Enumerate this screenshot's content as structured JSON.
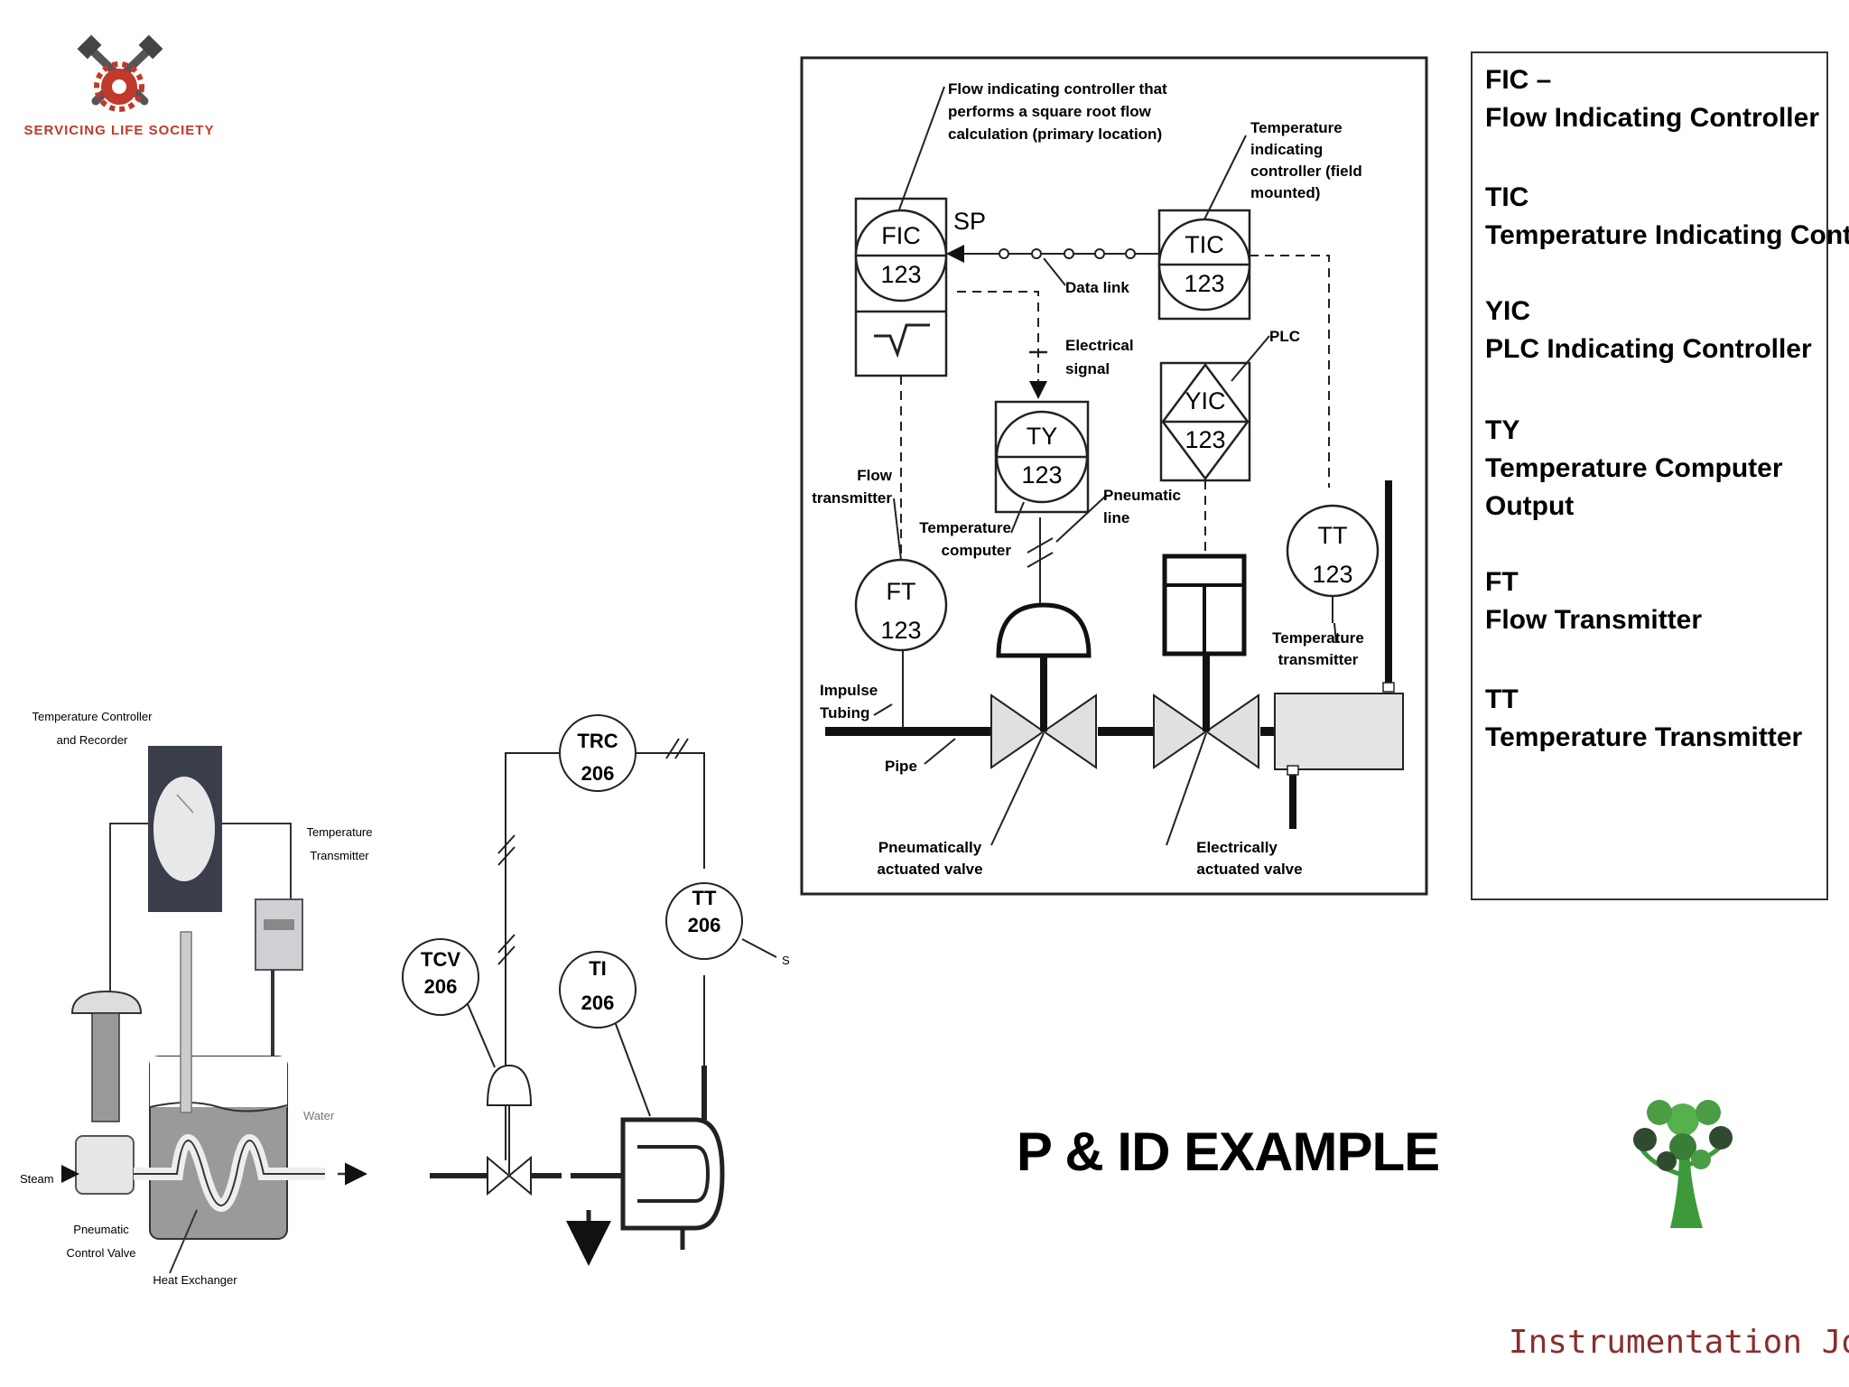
{
  "branding": {
    "top_logo_text": "SERVICING LIFE SOCIETY",
    "bottom_logo_text": "Instrumentation Jo",
    "colors": {
      "logo_red": "#c0392b",
      "brand_text": "#8a2e2e",
      "tree_green": "#3c9a3a"
    }
  },
  "title": "P & ID EXAMPLE",
  "pid_diagram": {
    "instruments": {
      "fic": {
        "tag": "FIC",
        "num": "123"
      },
      "tic": {
        "tag": "TIC",
        "num": "123"
      },
      "ty": {
        "tag": "TY",
        "num": "123"
      },
      "yic": {
        "tag": "YIC",
        "num": "123"
      },
      "ft": {
        "tag": "FT",
        "num": "123"
      },
      "tt": {
        "tag": "TT",
        "num": "123"
      }
    },
    "sp_label": "SP",
    "callouts": {
      "fic_1": "Flow indicating controller that",
      "fic_2": "performs a square root flow",
      "fic_3": "calculation (primary location)",
      "tic_1": "Temperature",
      "tic_2": "indicating",
      "tic_3": "controller (field",
      "tic_4": "mounted)",
      "data_link": "Data link",
      "electrical_1": "Electrical",
      "electrical_2": "signal",
      "plc": "PLC",
      "flow_tx_1": "Flow",
      "flow_tx_2": "transmitter",
      "temp_comp_1": "Temperature",
      "temp_comp_2": "computer",
      "pneumatic_line_1": "Pneumatic",
      "pneumatic_line_2": "line",
      "temp_tx_1": "Temperature",
      "temp_tx_2": "transmitter",
      "impulse_1": "Impulse",
      "impulse_2": "Tubing",
      "pipe": "Pipe",
      "pneu_valve_1": "Pneumatically",
      "pneu_valve_2": "actuated valve",
      "elec_valve_1": "Electrically",
      "elec_valve_2": "actuated valve"
    }
  },
  "legend": [
    {
      "code": "FIC –",
      "desc": [
        "Flow Indicating Controller"
      ]
    },
    {
      "code": "TIC",
      "desc": [
        "Temperature Indicating Cont."
      ]
    },
    {
      "code": "YIC",
      "desc": [
        "PLC Indicating Controller"
      ]
    },
    {
      "code": "TY",
      "desc": [
        "Temperature Computer",
        "Output"
      ]
    },
    {
      "code": "FT",
      "desc": [
        "Flow Transmitter"
      ]
    },
    {
      "code": "TT",
      "desc": [
        "Temperature Transmitter"
      ]
    }
  ],
  "heat_exchanger_photo": {
    "temp_controller_1": "Temperature Controller",
    "temp_controller_2": "and Recorder",
    "temp_transmitter_1": "Temperature",
    "temp_transmitter_2": "Transmitter",
    "water": "Water",
    "steam": "Steam",
    "pcv_1": "Pneumatic",
    "pcv_2": "Control Valve",
    "heat_exchanger": "Heat Exchanger"
  },
  "loop_diagram": {
    "trc": {
      "tag": "TRC",
      "num": "206"
    },
    "tt": {
      "tag": "TT",
      "num": "206"
    },
    "tcv": {
      "tag": "TCV",
      "num": "206"
    },
    "ti": {
      "tag": "TI",
      "num": "206"
    },
    "s_label": "S"
  }
}
